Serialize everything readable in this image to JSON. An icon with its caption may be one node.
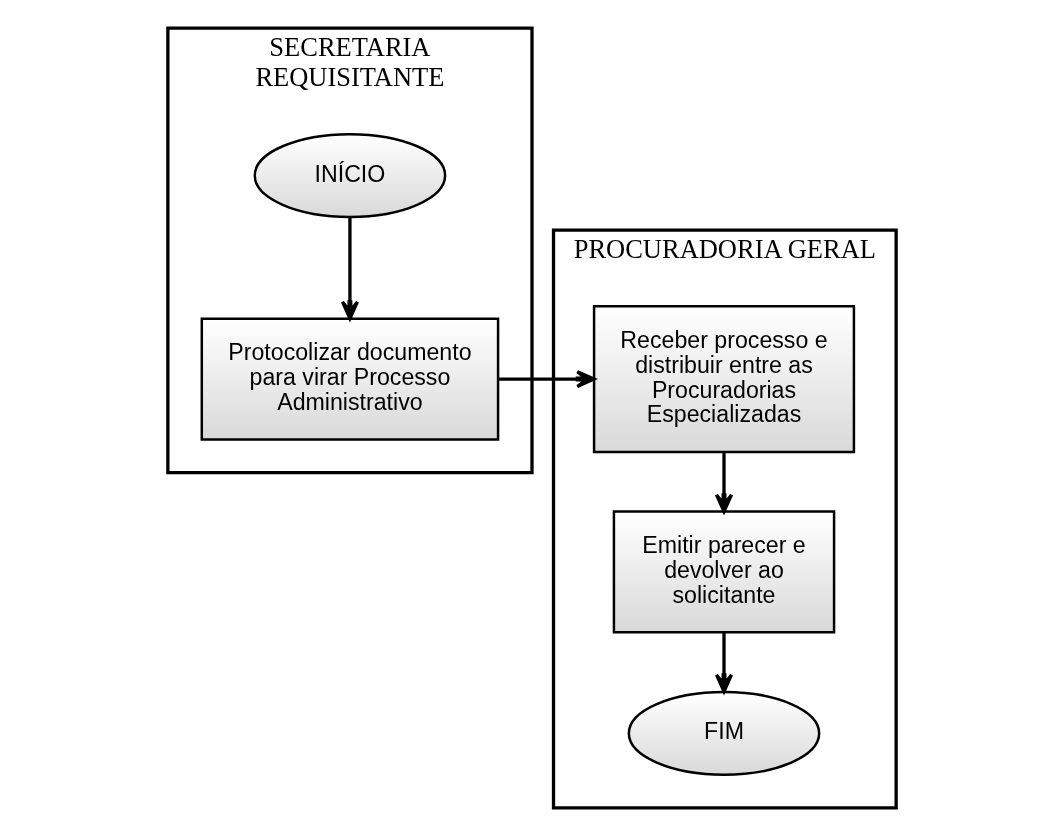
{
  "diagram": {
    "nodes": [
      {
        "text": [
          "SECRETARIA REQUISITANTE"
        ]
      },
      {
        "text": [
          "PROCURADORIA GERAL"
        ]
      },
      {
        "text": [
          "INÍCIO"
        ],
        "in": 0
      },
      {
        "text": [
          "Protocolizar documento para virar Processo Administrativo"
        ],
        "in": 0
      },
      {
        "text": [
          "Receber processo e distribuir entre as Procuradorias Especializadas"
        ],
        "in": 1
      },
      {
        "text": [
          "Emitir parecer e devolver ao solicitante"
        ],
        "in": 1
      },
      {
        "text": [
          "FIM"
        ],
        "in": 1
      }
    ],
    "edges": [
      {
        "from": 2,
        "to": 3,
        "arrow": "to"
      },
      {
        "from": 3,
        "to": 4,
        "arrow": "to"
      },
      {
        "from": 4,
        "to": 5,
        "arrow": "to"
      },
      {
        "from": 5,
        "to": 6,
        "arrow": "to"
      }
    ]
  }
}
